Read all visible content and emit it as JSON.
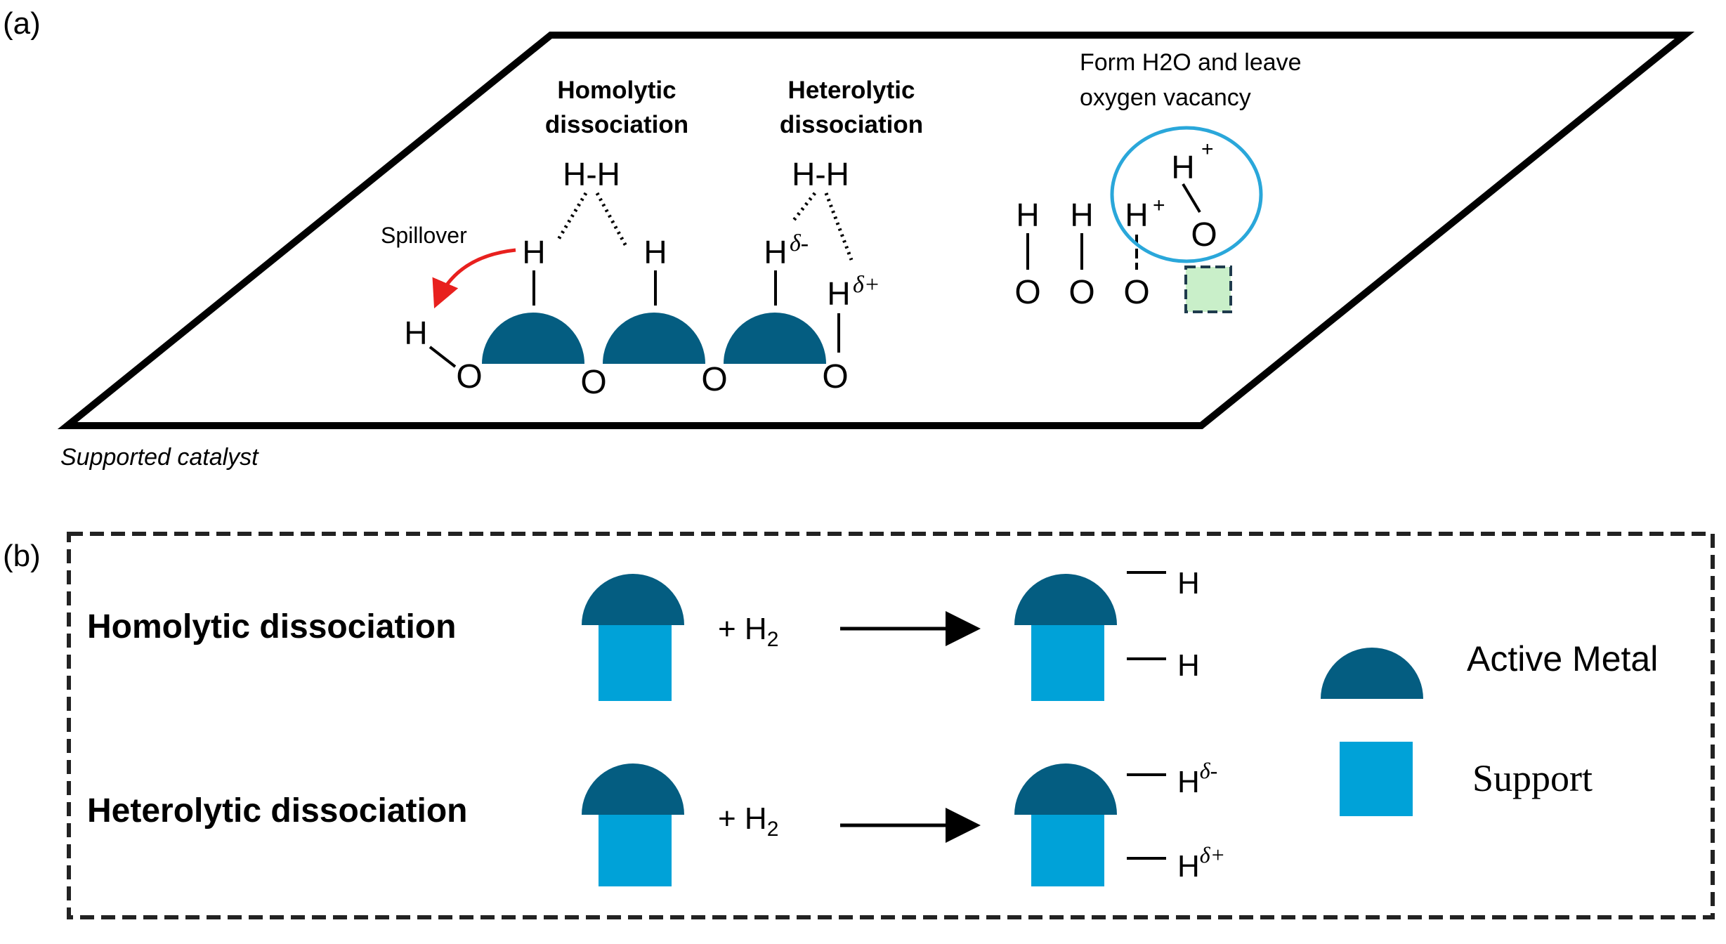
{
  "colors": {
    "active_metal": "#045D81",
    "support": "#00A2D8",
    "spillover_arrow": "#E8201E",
    "circle": "#2AA7DA",
    "vacancy_fill": "#C9EFC9",
    "outline": "#000000"
  },
  "panel_a": {
    "label": "(a)",
    "caption": "Supported catalyst",
    "homolytic_title": [
      "Homolytic",
      "dissociation"
    ],
    "heterolytic_title": [
      "Heterolytic",
      "dissociation"
    ],
    "h2_homolytic": "H-H",
    "h2_heterolytic": "H-H",
    "spillover_label": "Spillover",
    "atom_H": "H",
    "atom_O": "O",
    "delta_minus": "δ-",
    "delta_plus": "δ+",
    "plus_sign": "+",
    "vacancy_note": [
      "Form H2O and leave",
      "oxygen vacancy"
    ]
  },
  "panel_b": {
    "label": "(b)",
    "rows": [
      {
        "name": "Homolytic dissociation",
        "reagent": "+  H",
        "reagent_sub": "2",
        "products": [
          "H",
          "H"
        ],
        "product_sups": [
          "",
          ""
        ]
      },
      {
        "name": "Heterolytic dissociation",
        "reagent": "+  H",
        "reagent_sub": "2",
        "products": [
          "H",
          "H"
        ],
        "product_sups": [
          "δ-",
          "δ+"
        ]
      }
    ],
    "legend": {
      "active_metal": "Active Metal",
      "support": "Support"
    }
  }
}
